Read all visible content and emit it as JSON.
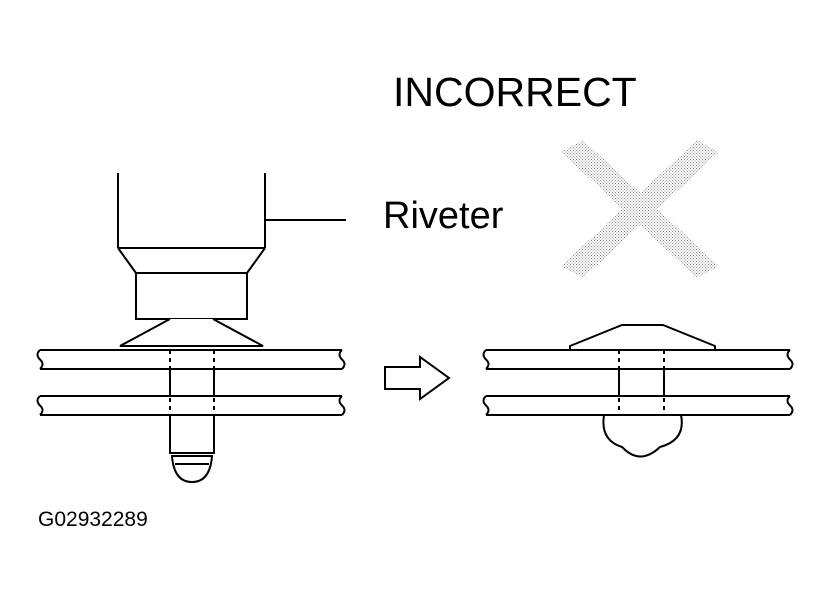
{
  "title": "INCORRECT",
  "riveter_label": "Riveter",
  "figure_code": "G02932289",
  "colors": {
    "line": "#000000",
    "cross_stipple": "#a6a6a6",
    "background": "#ffffff"
  },
  "icons": {
    "cross": "x-mark-icon",
    "arrow": "right-arrow-icon"
  }
}
